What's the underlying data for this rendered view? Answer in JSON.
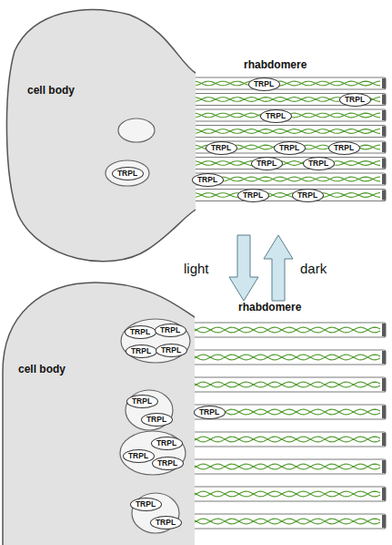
{
  "diagram": {
    "nodes": [
      {
        "text": [
          "cell body"
        ]
      },
      {
        "text": [
          "TRPL"
        ]
      },
      {
        "text": [
          "TRPL"
        ]
      },
      {
        "text": [
          "TRPL"
        ]
      },
      {
        "text": [
          "TRPL"
        ]
      },
      {
        "text": [
          "TRPL"
        ]
      },
      {
        "text": [
          "TRPL"
        ]
      },
      {
        "text": [
          "TRPL"
        ]
      },
      {
        "text": [
          "TRPL"
        ]
      },
      {
        "text": [
          "TRPL"
        ],
        "in": 0
      },
      {
        "text": [
          "TRPL"
        ]
      },
      {
        "text": [
          "TRPL"
        ]
      },
      {
        "text": [
          "TRPL"
        ]
      },
      {
        "text": [
          "cell body"
        ]
      },
      {
        "text": [
          "TRPL"
        ],
        "in": 13
      },
      {
        "text": [
          "TRPL"
        ],
        "in": 13
      },
      {
        "text": [
          "TRPL"
        ],
        "in": 13
      },
      {
        "text": [
          "TRPL"
        ],
        "in": 13
      },
      {
        "text": [
          "TRPL"
        ],
        "in": 13
      },
      {
        "text": [
          "TRPL"
        ],
        "in": 13
      },
      {
        "text": [
          "TRPL"
        ]
      },
      {
        "text": [
          "TRPL"
        ],
        "in": 13
      },
      {
        "text": [
          "TRPL"
        ],
        "in": 13
      },
      {
        "text": [
          "TRPL"
        ],
        "in": 13
      },
      {
        "text": [
          "TRPL"
        ],
        "in": 13
      },
      {
        "text": [
          "TRPL"
        ],
        "in": 13
      }
    ],
    "labels": [
      "rhabdomere",
      "light",
      "dark",
      "rhabdomere"
    ]
  }
}
